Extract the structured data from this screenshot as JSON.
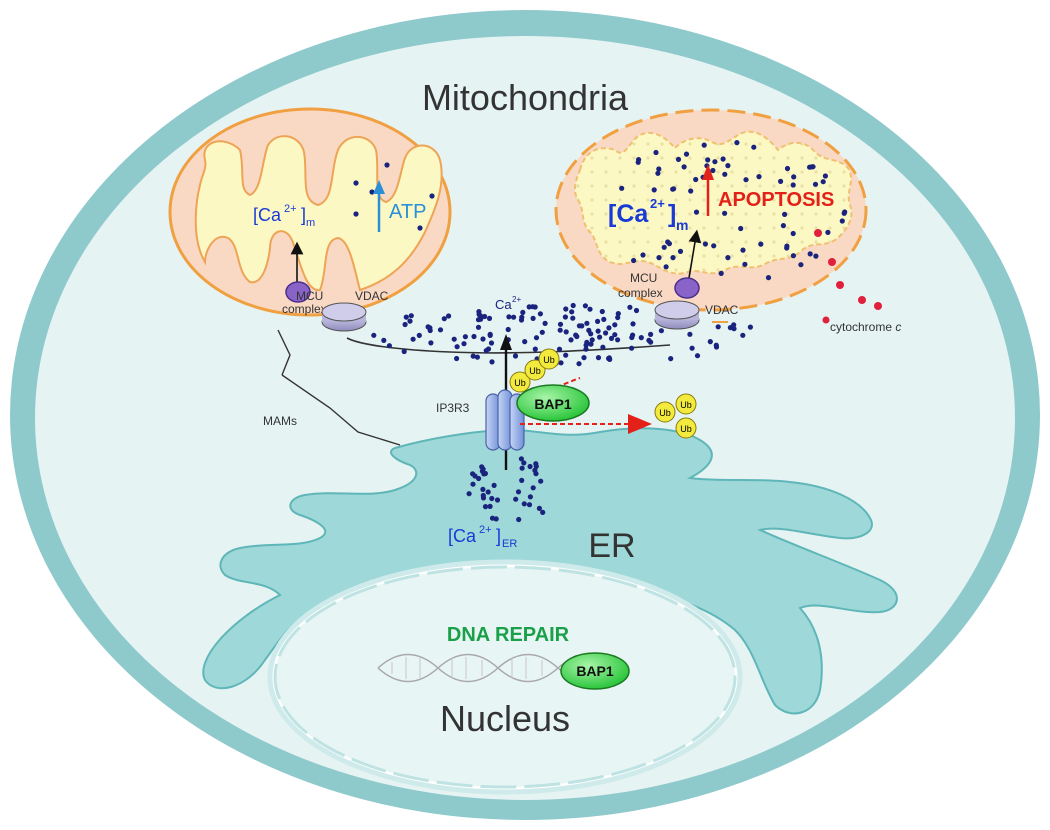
{
  "title": "Mitochondria",
  "labels": {
    "ca_m_left_main": "[Ca",
    "ca_m_sup": "2+",
    "ca_m_close": "]",
    "ca_m_sub": "m",
    "atp": "ATP",
    "apoptosis": "APOPTOSIS",
    "mcu_line1": "MCU",
    "mcu_line2": "complex",
    "vdac": "VDAC",
    "ca_cyto_main": "Ca",
    "ca_cyto_sup": "2+",
    "cytochrome": "cytochrome ",
    "cytochrome_c": "c",
    "ub": "Ub",
    "ip3r3": "IP3R3",
    "bap1": "BAP1",
    "mams": "MAMs",
    "ca_er_sub": "ER",
    "er": "ER",
    "dna_repair": "DNA REPAIR",
    "nucleus": "Nucleus"
  },
  "colors": {
    "cell_border": "#8ec9cc",
    "cytoplasm": "#e6f3f3",
    "mito_outer": "#f9d9c4",
    "mito_border": "#f0a040",
    "mito_inner": "#fcf8c4",
    "er_fill": "#9ed8d8",
    "er_stroke": "#5fb6b8",
    "calcium": "#1a237e",
    "atp_blue": "#2a8fd6",
    "apoptosis_red": "#e32119",
    "bap1_green": "#3dd64a",
    "dna_repair_green": "#1aa048",
    "ub_yellow": "#f2ea3c",
    "cytochrome_red": "#e0203c"
  }
}
